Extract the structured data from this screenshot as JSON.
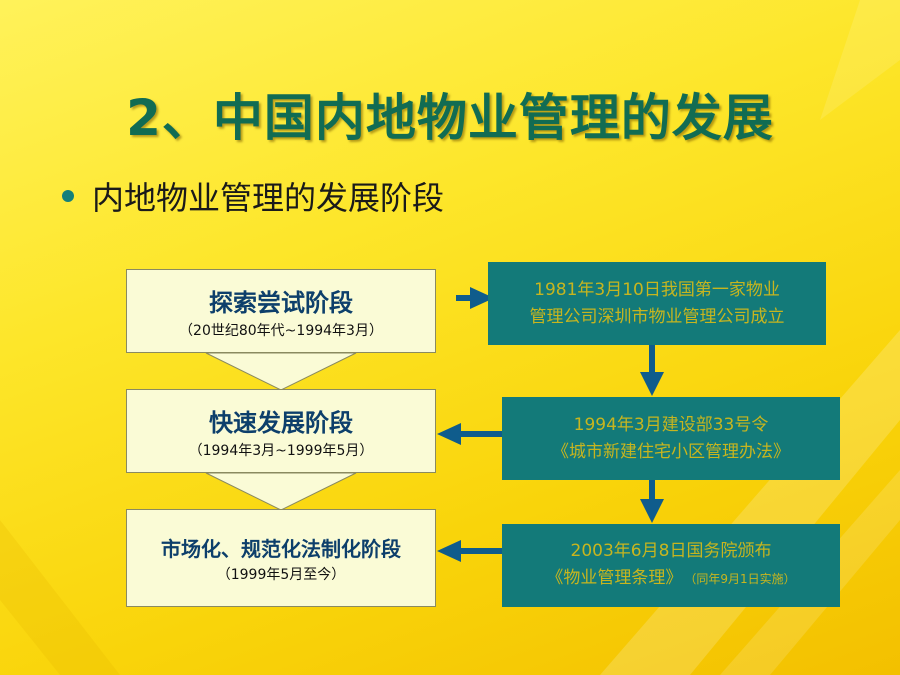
{
  "slide": {
    "title": "2、中国内地物业管理的发展",
    "bullet": "内地物业管理的发展阶段"
  },
  "stages": [
    {
      "name": "探索尝试阶段",
      "period": "（20世纪80年代~1994年3月）"
    },
    {
      "name": "快速发展阶段",
      "period": "（1994年3月~1999年5月）"
    },
    {
      "name": "市场化、规范化法制化阶段",
      "period": "（1999年5月至今）"
    }
  ],
  "events": [
    {
      "line1": "1981年3月10日我国第一家物业",
      "line2": "管理公司深圳市物业管理公司成立"
    },
    {
      "line1": "1994年3月建设部33号令",
      "line2": "《城市新建住宅小区管理办法》"
    },
    {
      "line1": "2003年6月8日国务院颁布",
      "line2": "《物业管理条理》",
      "note": "（同年9月1日实施）"
    }
  ],
  "colors": {
    "background": "#f9d40a",
    "title": "#116c53",
    "stage_box": "#fafbd6",
    "stage_text": "#0d3f6b",
    "event_box": "#137a79",
    "event_text": "#c7b51f",
    "arrow": "#0f5c8c"
  }
}
